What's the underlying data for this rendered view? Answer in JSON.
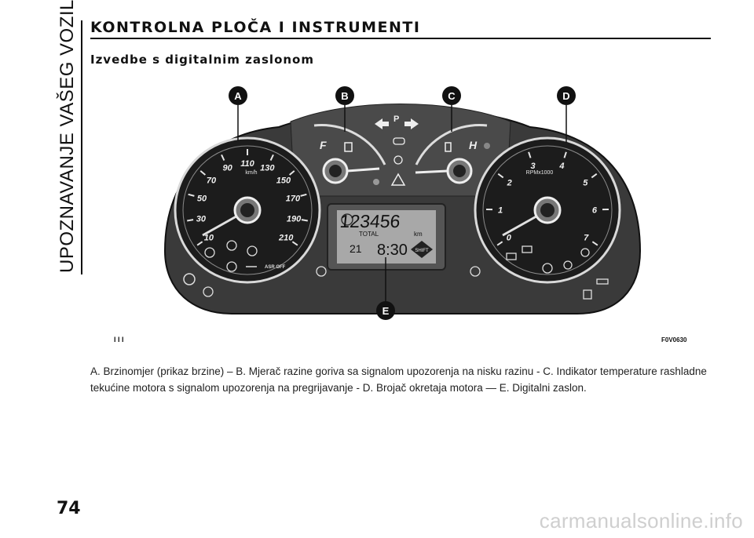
{
  "page": {
    "side_title": "UPOZNAVANJE VAŠEG VOZILA",
    "heading": "KONTROLNA PLOČA I INSTRUMENTI",
    "subheading": "Izvedbe s digitalnim zaslonom",
    "page_number": "74",
    "watermark": "carmanualsonline.info"
  },
  "figure": {
    "callouts": {
      "a": "A",
      "b": "B",
      "c": "C",
      "d": "D",
      "e": "E"
    },
    "ref_code": "F0V0630",
    "ref_marks": "I I I",
    "speedometer": {
      "unit": "km/h",
      "ticks": [
        "10",
        "30",
        "50",
        "70",
        "90",
        "110",
        "130",
        "150",
        "170",
        "190",
        "210"
      ]
    },
    "tachometer": {
      "unit": "RPMx1000",
      "ticks": [
        "0",
        "1",
        "2",
        "3",
        "4",
        "5",
        "6",
        "7"
      ]
    },
    "fuel_gauge": {
      "label": "F"
    },
    "temp_gauge": {
      "label": "H"
    },
    "display": {
      "odometer": "123456",
      "total_label": "TOTAL",
      "odo_unit": "km",
      "temperature": "21",
      "clock": "8:30",
      "shift_label": "SHIFT"
    },
    "warning_lights": {
      "asr_off": "ASR OFF",
      "parking": "P"
    }
  },
  "caption": {
    "text": "A. Brzinomjer (prikaz brzine) – B. Mjerač razine goriva sa signalom upozorenja na nisku razinu - C. Indikator temperature rashladne tekućine motora s signalom upozorenja na pregrijavanje - D. Brojač okretaja motora — E. Digitalni zaslon."
  },
  "colors": {
    "panel": "#3a3a3a",
    "dial": "#1c1c1c",
    "lcd": "#a8a8a8",
    "callout": "#111111"
  }
}
